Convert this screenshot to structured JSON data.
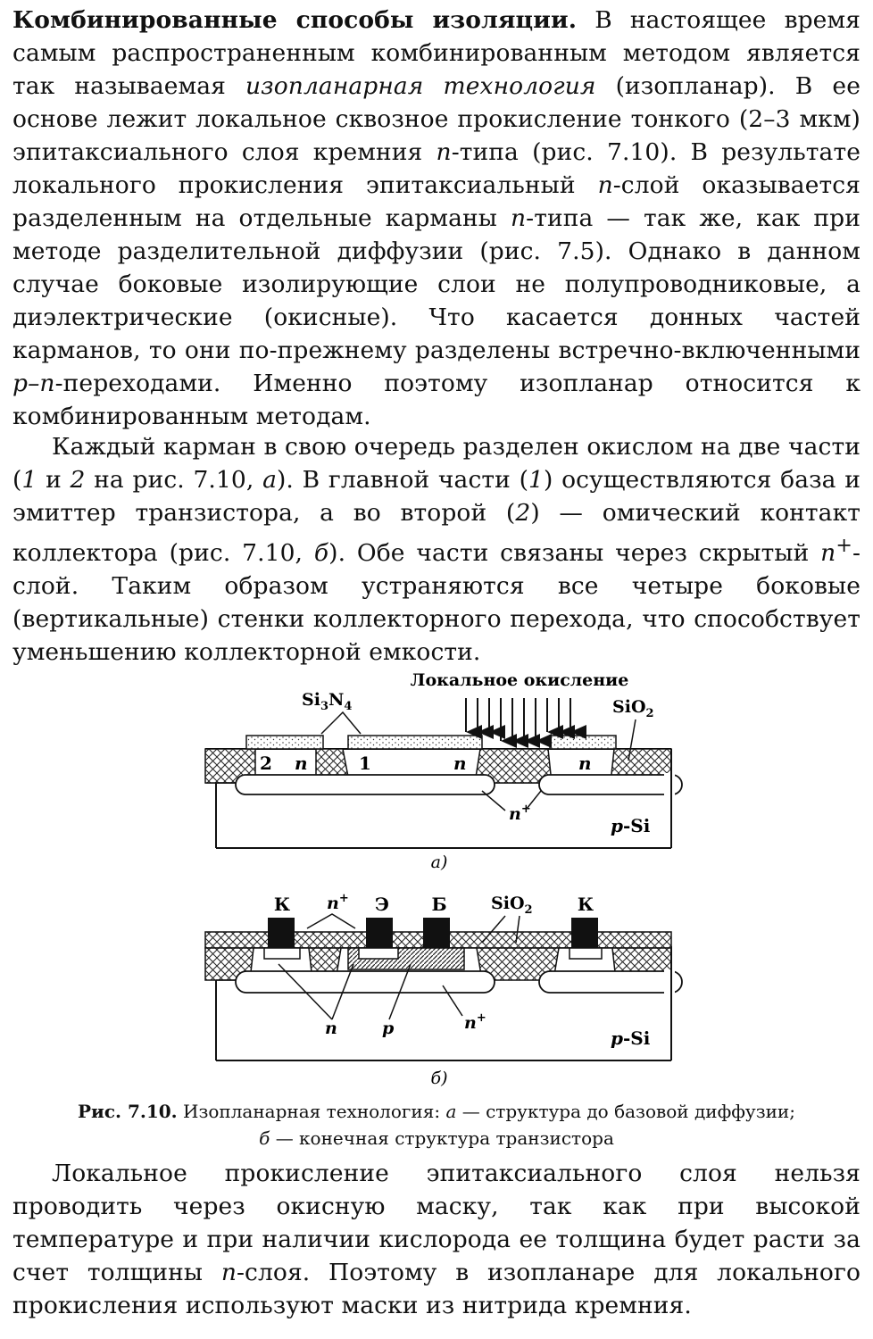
{
  "paragraph1": {
    "lead": "Комбинированные способы изоляции.",
    "t1": " В настоящее время самым распространенным комбинированным методом является так называемая ",
    "italic1": "изопланарная технология",
    "t2": " (изопланар). В ее основе лежит локальное сквозное прокисление тонкого (2–3 мкм) эпитаксиального слоя кремния ",
    "n1": "n",
    "t3": "-типа (рис. 7.10). В результате локального прокисления эпитаксиальный ",
    "n2": "n",
    "t4": "-слой оказывается разделенным на отдельные карманы ",
    "n3": "n",
    "t5": "-типа — так же, как при методе разделительной диффузии (рис. 7.5). Однако в данном случае боковые изолирующие слои не полупроводниковые, а диэлектрические (окисные). Что касается донных частей карманов, то они по-прежнему разделены встречно-включенными ",
    "pn": "p–n",
    "t6": "-переходами. Именно поэтому изопланар относится к комбинированным методам."
  },
  "paragraph2": {
    "t1": "Каждый карман в свою очередь разделен окислом на две части (",
    "i1": "1",
    "t2": " и ",
    "i2": "2",
    "t3": " на рис. 7.10, ",
    "ia": "а",
    "t4": "). В главной части (",
    "i3": "1",
    "t5": ") осуществляются база и эмиттер транзистора, а во второй (",
    "i4": "2",
    "t6": ") — омический контакт коллектора (рис. 7.10, ",
    "ib": "б",
    "t7": "). Обе части связаны через скрытый ",
    "nplus": "n",
    "plus": "+",
    "t8": "-слой. Таким образом устраняются все четыре боковые (вертикальные) стенки коллекторного перехода, что способствует уменьшению коллекторной емкости."
  },
  "figure": {
    "a": {
      "local_oxidation": "Локальное окисление",
      "si3n4_main": "Si",
      "si3n4_sub1": "3",
      "si3n4_n": "N",
      "si3n4_sub2": "4",
      "sio2_main": "SiO",
      "sio2_sub": "2",
      "label_2": "2",
      "label_n_1": "n",
      "label_1": "1",
      "label_n_2": "n",
      "label_n_3": "n",
      "label_nplus": "n",
      "label_nplus_sup": "+",
      "label_psi_p": "p",
      "label_psi_si": "-Si",
      "sub_label": "а)"
    },
    "b": {
      "label_k1": "К",
      "label_nplus_top": "n",
      "label_nplus_top_sup": "+",
      "label_e": "Э",
      "label_b": "Б",
      "sio2_main": "SiO",
      "sio2_sub": "2",
      "label_k2": "К",
      "label_n": "n",
      "label_p": "p",
      "label_nplus_bottom": "n",
      "label_nplus_bottom_sup": "+",
      "label_psi_p": "p",
      "label_psi_si": "-Si",
      "sub_label": "б)"
    }
  },
  "caption": {
    "number": "Рис. 7.10.",
    "t1": " Изопланарная технология: ",
    "ia": "а",
    "t2": " — структура до базовой диффузии;",
    "ib": "б",
    "t3": " — конечная структура транзистора"
  },
  "paragraph3": {
    "t1": "Локальное прокисление эпитаксиального слоя нельзя проводить через окисную маску, так как при высокой температуре и при наличии кислорода ее толщина будет расти за счет толщины ",
    "n1": "n",
    "t2": "-слоя. Поэтому в изопланаре для локального прокисления используют маски из нитрида кремния."
  }
}
